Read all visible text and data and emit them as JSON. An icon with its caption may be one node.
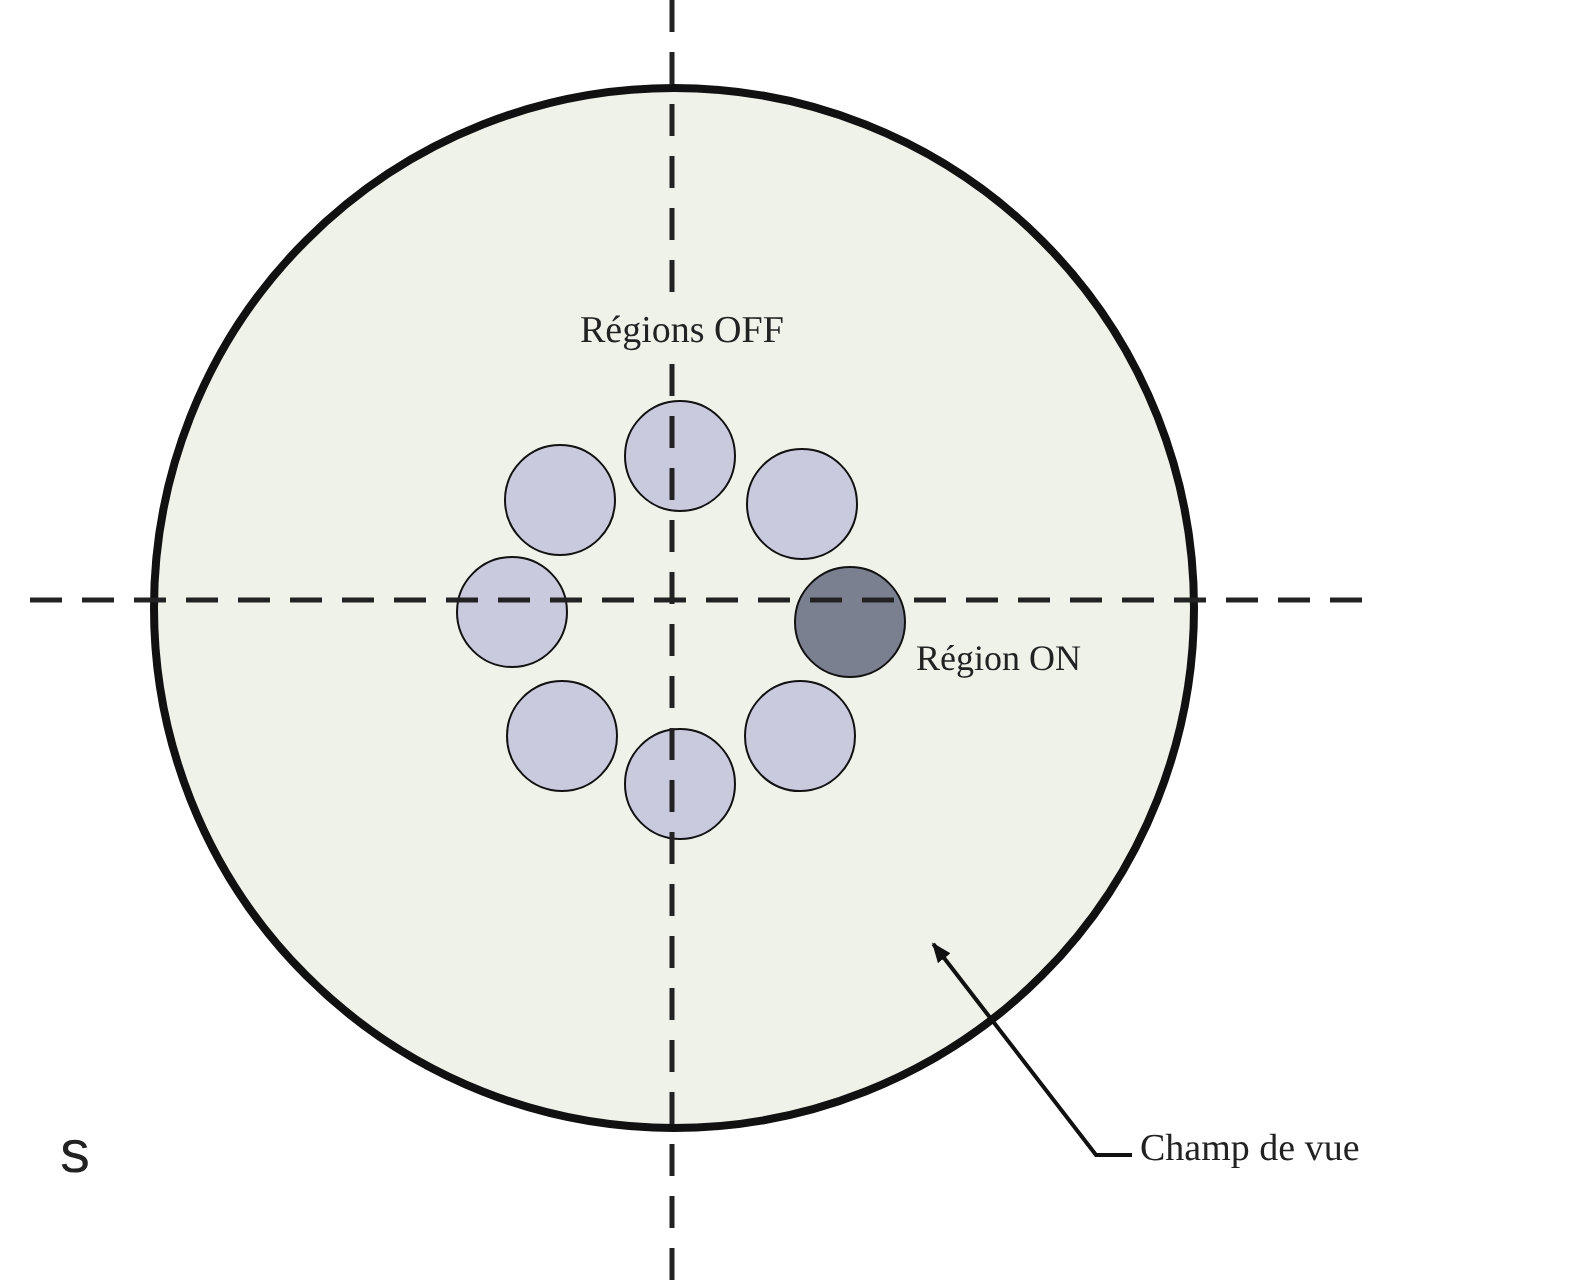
{
  "diagram": {
    "nodes": [
      {
        "text": [],
        "shape": "circle"
      },
      {
        "text": [],
        "shape": "circle",
        "in": 0
      },
      {
        "text": [],
        "shape": "circle",
        "in": 0
      },
      {
        "text": [],
        "shape": "circle",
        "in": 0
      },
      {
        "text": [],
        "shape": "circle",
        "in": 0
      },
      {
        "text": [],
        "shape": "circle",
        "in": 0
      },
      {
        "text": [],
        "shape": "circle",
        "in": 0
      },
      {
        "text": [],
        "shape": "circle",
        "in": 0
      },
      {
        "text": [],
        "shape": "circle",
        "in": 0
      },
      {
        "text": [
          "Champ de vue"
        ]
      }
    ],
    "edges": [
      {
        "from": 9,
        "to": 0,
        "arrow": "to"
      }
    ],
    "labels": [
      "Régions OFF",
      "Région ON",
      "s"
    ]
  }
}
